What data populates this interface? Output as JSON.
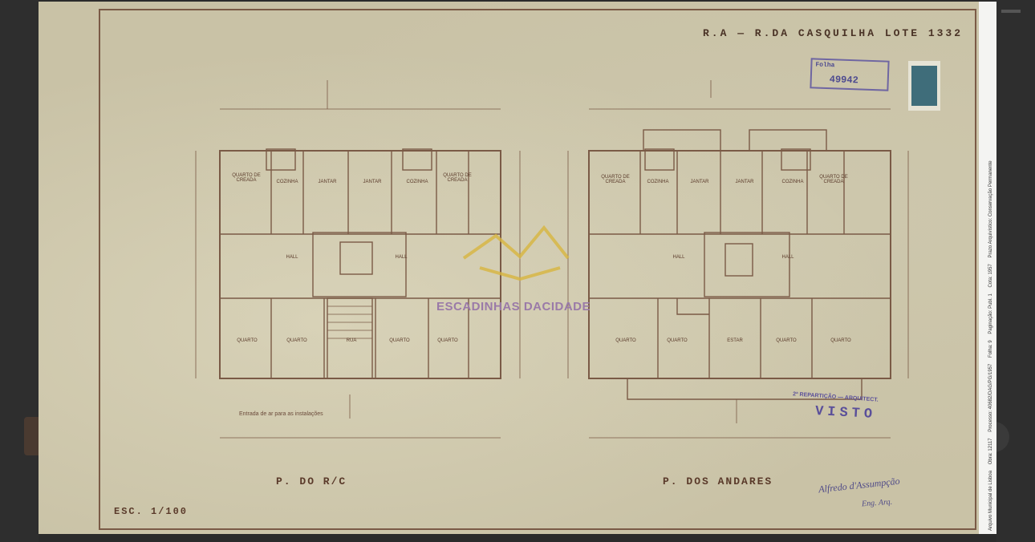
{
  "sheet": {
    "title": "R.A — R.DA CASQUILHA LOTE 1332",
    "plan_left_label": "P. DO R/C",
    "plan_right_label": "P. DOS ANDARES",
    "scale_label": "ESC. 1/100",
    "note": "Entrada de ar para as instalações",
    "stamp_number": "49942",
    "stamp_prefix": "Folha",
    "visto_dept": "2ª REPARTIÇÃO — ARQUITECT.",
    "visto_word": "VISTO",
    "signature_main": "Alfredo d'Assumpção",
    "signature_sub": "Eng. Arq.",
    "watermark": "ESCADINHAS DACIDADE"
  },
  "rooms_left": [
    "QUARTO DE CREADA",
    "COZINHA",
    "JANTAR",
    "JANTAR",
    "COZINHA",
    "QUARTO DE CREADA",
    "HALL",
    "HALL",
    "QUARTO",
    "QUARTO",
    "RUA",
    "QUARTO",
    "QUARTO"
  ],
  "rooms_right": [
    "QUARTO DE CREADA",
    "COZINHA",
    "JANTAR",
    "JANTAR",
    "COZINHA",
    "QUARTO DE CREADA",
    "HALL",
    "HALL",
    "QUARTO",
    "QUARTO",
    "ESTAR",
    "QUARTO",
    "QUARTO"
  ],
  "archive_label": [
    "Arquivo Municipal de Lisboa",
    "Obra: 12117",
    "Processo: 40682/DAG/PG/1957",
    "Folha: 9",
    "Paginação: Publ. 1",
    "Cota: 1957",
    "Prazo Arquivístico: Conservação Permanente"
  ],
  "colors": {
    "paper": "#c9c2a6",
    "ink": "#6b4a3a",
    "stamp": "#5a4f9a"
  }
}
